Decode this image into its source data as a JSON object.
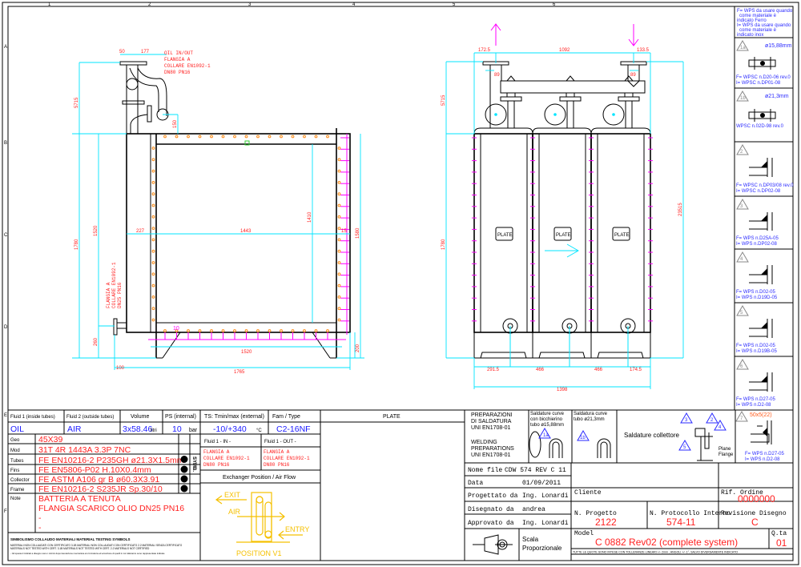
{
  "sheet": {
    "row_labels": [
      "A",
      "B",
      "C",
      "D",
      "E",
      "F"
    ],
    "col_labels": [
      "1",
      "2",
      "3",
      "4",
      "5",
      "6"
    ]
  },
  "left_view": {
    "dims": {
      "d50": "50",
      "d177": "177",
      "d5715": "5715",
      "d150": "150",
      "d1780": "1780",
      "d1520v": "1520",
      "d227": "227",
      "d1443": "1443",
      "d1410": "1410",
      "d1580": "1580",
      "d15": "15",
      "d260": "260",
      "d200": "200",
      "d1520h": "1520",
      "d100": "100",
      "d1765": "1765",
      "d10": "10"
    },
    "oil_note": [
      "OIL IN/OUT",
      "FLANGIA A",
      "COLLARE EN1092-1",
      "DN80 PN16"
    ],
    "drain_note": [
      "FLANGIA A",
      "COLLARE EN1092-1",
      "DN25 PN16"
    ]
  },
  "right_view": {
    "dims": {
      "d1725": "172.5",
      "d1092": "1092",
      "d1335": "133.5",
      "d89a": "89",
      "d89b": "89",
      "d5715": "5715",
      "d1780": "1780",
      "d23515": "23515",
      "d2915": "291.5",
      "d466a": "466",
      "d466b": "466",
      "d1745": "174.5",
      "d1398": "1398"
    },
    "plates": [
      "PLATE",
      "PLATE",
      "PLATE"
    ]
  },
  "weld_side": {
    "note": [
      "F= WPS da usare quando",
      "come materiale è",
      "indicato Ferro",
      "I= WPS da usare quando",
      "come materiale è",
      "indicato inox"
    ],
    "panels": [
      {
        "id": "1a",
        "size": "ø15,88mm",
        "lines": [
          "F= WPSC n.D20-06 rev.0",
          "I= WPSC n.DP01-08"
        ]
      },
      {
        "id": "1b",
        "size": "ø21,3mm",
        "lines": [
          "WPSC n.02D-98 rev.0"
        ]
      },
      {
        "id": "2",
        "size": "",
        "lines": [
          "F= WPSC n.DP03/08 rev.0",
          "I= WPSC n.DP02-08"
        ]
      },
      {
        "id": "3",
        "size": "",
        "lines": [
          "F= WPS n.D25A-05",
          "I= WPS n.DP02-08"
        ]
      },
      {
        "id": "4",
        "size": "",
        "lines": [
          "F= WPS n.D02-05",
          "I= WPS n.D19D-05"
        ]
      },
      {
        "id": "5",
        "size": "",
        "lines": [
          "F= WPS n.D02-05",
          "I= WPS n.D19B-05"
        ]
      },
      {
        "id": "6",
        "size": "",
        "lines": [
          "F= WPS n.D27-05",
          "I= WPS n.D2-08"
        ]
      }
    ]
  },
  "specs": {
    "headers": {
      "fluid1": "Fluid 1 (inside tubes)",
      "fluid2": "Fluid 2 (outside tubes)",
      "volume": "Volume",
      "ps": "PS (internal)",
      "ts": "TS: Tmin/max (external)",
      "fam": "Fam / Type",
      "plate": "PLATE"
    },
    "values": {
      "fluid1": "OIL",
      "fluid2": "AIR",
      "volume": "3x58.46",
      "volume_unit": "litri",
      "ps": "10",
      "ps_unit": "bar",
      "ts": "-10/+340",
      "ts_unit": "°C",
      "fam": "C2-16NF"
    },
    "rows": [
      {
        "label": "Geo",
        "value": "45X39",
        "symbol": false
      },
      {
        "label": "Mod",
        "value": "31T 4R 1443A 3.3P 7NC",
        "symbol": false
      },
      {
        "label": "Tubes",
        "value": "FE EN10216-2 P235GH ø21.3X1.5mm",
        "symbol": true
      },
      {
        "label": "Fins",
        "value": "FE EN5806-P02 H.10X0.4mm",
        "symbol": true
      },
      {
        "label": "Collector",
        "value": "FE ASTM A106 gr B ø60.3X3.91",
        "symbol": true
      },
      {
        "label": "Frame",
        "value": "FE EN10216-2 S235JR Sp.30/10",
        "symbol": true
      }
    ],
    "symb_label": "SYMB.",
    "note_label": "Note",
    "notes": [
      "BATTERIA A TENUTA",
      "FLANGIA SCARICO OLIO DN25 PN16",
      "-",
      "-"
    ],
    "fluid_in_label": "Fluid 1 - IN -",
    "fluid_out_label": "Fluid 1 - OUT -",
    "fluid_in": [
      "FLANGIA A",
      "COLLARE EN1092-1",
      "DN80 PN16"
    ],
    "fluid_out": [
      "FLANGIA A",
      "COLLARE EN1092-1",
      "DN80 PN16"
    ],
    "exchanger_label": "Exchanger Position / Air Flow",
    "airflow": {
      "exit": "EXIT",
      "air": "AIR",
      "entry": "ENTRY",
      "position": "POSITION  V1"
    },
    "symbolism": {
      "title": "SIMBOLISMO  COLLAUDO  MATERIALI  MATERIAL  TESTING  SYMBOLS",
      "line1": "MATERIALI NON COLLAUDATI CON CERTIFICATO 3.1B   MATERIALI NON COLLAUDATI CON CERTIFICATO 2.2   MATERIALI SENZA CERTIFICATO",
      "line2": "MATERIALS NOT TESTED WITH CERT. 3.1B   MATERIALS NOT TESTED WITH CERT. 2.2   MATERIALS NOT CERTIFIED",
      "line3": "- Gli spessori indicati a disegno sono i minimi dopo lavorazione meccanica e/o formatura ed eccezione di quelli in cui tolleranze sono rappresentate indicate"
    }
  },
  "welding": {
    "prep": [
      "PREPARAZIONI",
      "DI SALDATURA",
      "UNI EN1708-01"
    ],
    "welding_prep": [
      "WELDING",
      " PREPARATIONS",
      "UNI EN1708-01"
    ],
    "curve1": [
      "Saldature curve",
      "con bicchierino",
      "tubo ø15,88mm"
    ],
    "curve1_tag": "1a",
    "curve2": [
      "Saldatura curve",
      "tubo ø21,3mm"
    ],
    "curve2_tag": "1b",
    "collector": "Saldature collettore",
    "collector_tags": [
      "3",
      "2",
      "4",
      "5"
    ],
    "plane_flange": [
      "Plane",
      "Flange"
    ],
    "panel7": {
      "id": "7",
      "size": "50x5(22)",
      "lines": [
        "F= WPS n.D27-05",
        "I= WPS n.D2-08"
      ]
    }
  },
  "title_block": {
    "nome_file_label": "Nome file",
    "nome_file": "CDW 574 REV C 11",
    "data_label": "Data",
    "data": "01/09/2011",
    "progettato_label": "Progettato da",
    "progettato": "Ing. Lonardi",
    "disegnato_label": "Disegnato da",
    "disegnato": "andrea",
    "approvato_label": "Approvato da",
    "approvato": "Ing. Lonardi",
    "cliente_label": "Cliente",
    "rif_ordine_label": "Rif. Ordine",
    "rif_ordine": "0000000",
    "progetto_label": "N. Progetto",
    "progetto": "2122",
    "protocollo_label": "N. Protocollo Interno",
    "protocollo": "574-11",
    "revisione_label": "Revisione Disegno",
    "revisione": "C",
    "scala_label": "Scala",
    "scala": "Proporzionale",
    "model_label": "Model",
    "model": "C 0882 Rev02 (complete system)",
    "qta_label": "Q.ta",
    "qta": "01",
    "tolerance": "TUTTE LE QUOTE SONO INTESE CON TOLLERANZE LINEARI +/- 2mm ; ANGOLI +/- 1°, SALVO DIVERSAMENTE INDICATO"
  }
}
